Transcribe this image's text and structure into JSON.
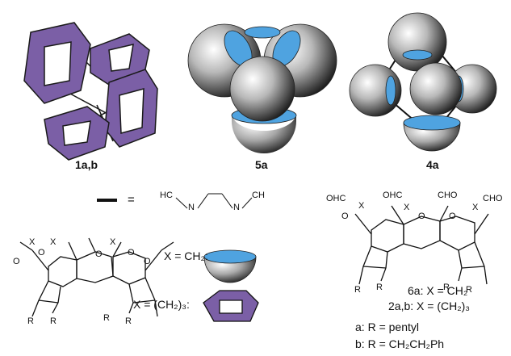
{
  "labels": {
    "compound_1": "1a,b",
    "compound_5": "5a",
    "compound_4": "4a"
  },
  "legend": {
    "equals": "=",
    "diimine_hc": "HC",
    "diimine_n1": "N",
    "diimine_n2": "N",
    "diimine_ch": "CH",
    "x_ch2": "X = CH₂:",
    "x_ch2_3": "X = (CH₂)₃:"
  },
  "cavitand_left": {
    "X": "X",
    "O": "O",
    "R": "R"
  },
  "cavitand_right": {
    "OHC": "OHC",
    "CHO": "CHO",
    "X": "X",
    "O": "O",
    "R": "R"
  },
  "compound_6": "6a: X = CH₂",
  "compound_2": "2a,b: X = (CH₂)₃",
  "substituents": {
    "a": "a: R = pentyl",
    "b": "b: R = CH₂CH₂Ph"
  },
  "colors": {
    "purple": "#7b5fa6",
    "blue": "#4fa3e0",
    "sphere_light": "#f2f2f2",
    "sphere_dark": "#2e2e2e"
  }
}
